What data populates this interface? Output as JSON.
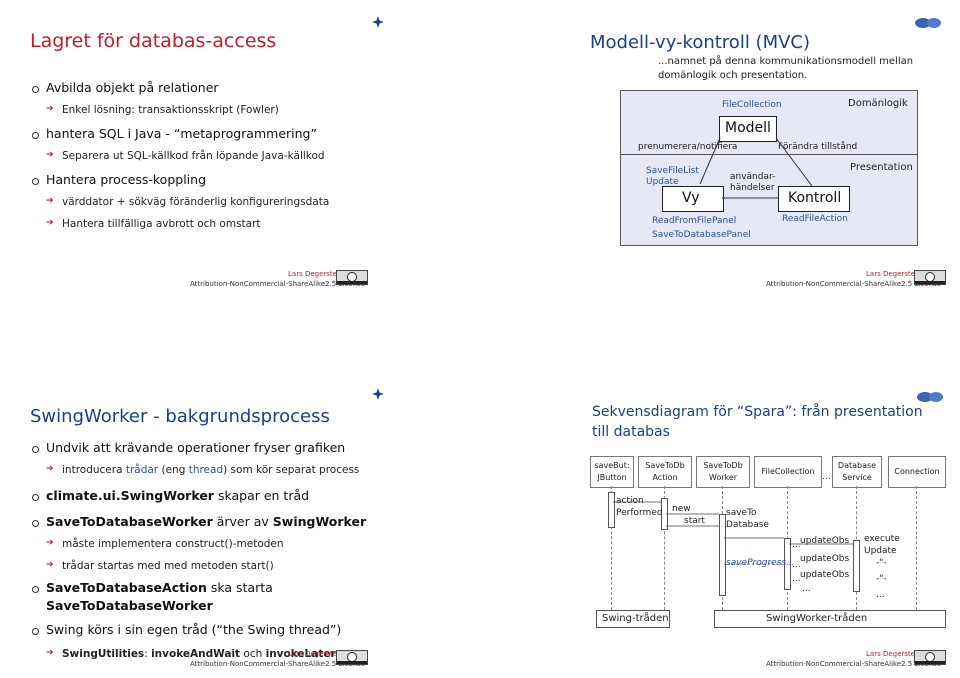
{
  "slides": {
    "s1": {
      "title": "Lagret för databas-access",
      "items": [
        "Avbilda objekt på relationer",
        "Enkel lösning: transaktionsskript (Fowler)",
        "hantera SQL i Java - “metaprogrammering”",
        "Separera ut SQL-källkod från löpande Java-källkod",
        "Hantera process-koppling",
        "värddator + sökväg föränderlig konfigureringsdata",
        "Hantera tillfälliga avbrott och omstart"
      ],
      "author": "Lars Degerstedt",
      "license": "Attribution-NonCommercial-ShareAlike2.5 License"
    },
    "s2": {
      "title": "Modell-vy-kontroll (MVC)",
      "subtitle_line1": "...namnet på denna kommunikationsmodell mellan",
      "subtitle_line2": "domänlogik och presentation.",
      "diagram": {
        "file_collection": "FileCollection",
        "domain_label": "Domänlogik",
        "model": "Modell",
        "subscribe": "prenumerera/notifiera",
        "change_state": "Förändra tillstånd",
        "presentation_label": "Presentation",
        "save_file_list": "SaveFileList",
        "update": "Update",
        "user_events_1": "användar-",
        "user_events_2": "händelser",
        "view": "Vy",
        "control": "Kontroll",
        "read_from_file_panel": "ReadFromFilePanel",
        "read_file_action": "ReadFileAction",
        "save_to_database_panel": "SaveToDatabasePanel"
      },
      "author": "Lars Degerstedt",
      "license": "Attribution-NonCommercial-ShareAlike2.5 License"
    },
    "s3": {
      "title": "SwingWorker - bakgrundsprocess",
      "item1": "Undvik att krävande operationer fryser grafiken",
      "item2_pre": "introducera ",
      "item2_link1": "trådar",
      "item2_mid": " (eng ",
      "item2_link2": "thread",
      "item2_post": ") som kör separat process",
      "item3_bold": "climate.ui.SwingWorker",
      "item3_rest": " skapar en tråd",
      "item4_bold1": "SaveToDatabaseWorker",
      "item4_mid": " ärver av ",
      "item4_bold2": "SwingWorker",
      "item5": "måste implementera construct()-metoden",
      "item6": "trådar startas med med metoden start()",
      "item7_bold": "SaveToDatabaseAction",
      "item7_rest": " ska starta",
      "item7_bold2": "SaveToDatabaseWorker",
      "item8": "Swing körs i sin egen tråd (“the Swing thread”)",
      "item9_bold1": "SwingUtilities",
      "item9_sep1": ": ",
      "item9_bold2": "invokeAndWait",
      "item9_sep2": " och ",
      "item9_bold3": "invokeLater",
      "author": "Lars Degerstedt",
      "license": "Attribution-NonCommercial-ShareAlike2.5 License"
    },
    "s4": {
      "title_line1": "Sekvensdiagram för “Spara”: från presentation",
      "title_line2": "till databas",
      "objects": {
        "savebut_1": "saveBut:",
        "savebut_2": "JButton",
        "savetodb_action_1": "SaveToDb",
        "savetodb_action_2": "Action",
        "savetodb_worker_1": "SaveToDb",
        "savetodb_worker_2": "Worker",
        "file_collection": "FileCollection",
        "database_1": "Database",
        "database_2": "Service",
        "connection": "Connection",
        "dots": "..."
      },
      "messages": {
        "action_1": "action",
        "action_2": "Performed",
        "new": "new",
        "start": "start",
        "save_to_1": "saveTo",
        "save_to_2": "Database",
        "save_progress": "saveProgress...",
        "update_obs_1": "updateObs",
        "update_obs_2": "updateObs",
        "update_obs_3": "updateObs",
        "execute_1": "execute",
        "execute_2": "Update",
        "ell_1": "...",
        "ell_2": "...",
        "ell_3": "...",
        "ell_4": "...",
        "ell_5": "...",
        "quote_1": "-\"-",
        "quote_2": "-\"-"
      },
      "swing_thread": "Swing-tråden",
      "swingworker_thread": "SwingWorker-tråden",
      "author": "Lars Degerstedt",
      "license": "Attribution-NonCommercial-ShareAlike2.5 License"
    }
  },
  "colors": {
    "title_red": "#c41a2a",
    "title_blue": "#1b3f88",
    "mvc_bg": "#e6e8f6",
    "link_blue": "#2a4fa0"
  }
}
